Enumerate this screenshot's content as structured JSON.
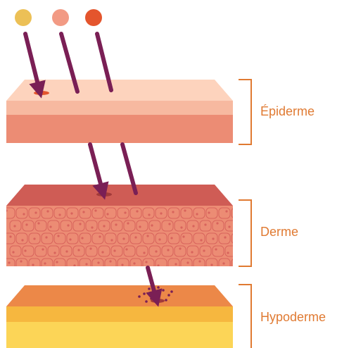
{
  "layers": [
    {
      "name": "Épiderme"
    },
    {
      "name": "Derme"
    },
    {
      "name": "Hypoderme"
    }
  ],
  "legend_dots": [
    {
      "color": "#ecc056"
    },
    {
      "color": "#f29a84"
    },
    {
      "color": "#e4552d"
    }
  ],
  "colors": {
    "arrow": "#7a1f55",
    "bracket": "#e07a32",
    "epiderme_top": "#fdd3bd",
    "epiderme_band": "#f7b9a0",
    "epiderme_front": "#ec8c74",
    "derme_top": "#cf5c55",
    "derme_front": "#ec8c74",
    "derme_cells": "#d8645c",
    "hypoderme_top": "#ec8848",
    "hypoderme_band": "#f6b73f",
    "hypoderme_front": "#fcd557"
  }
}
